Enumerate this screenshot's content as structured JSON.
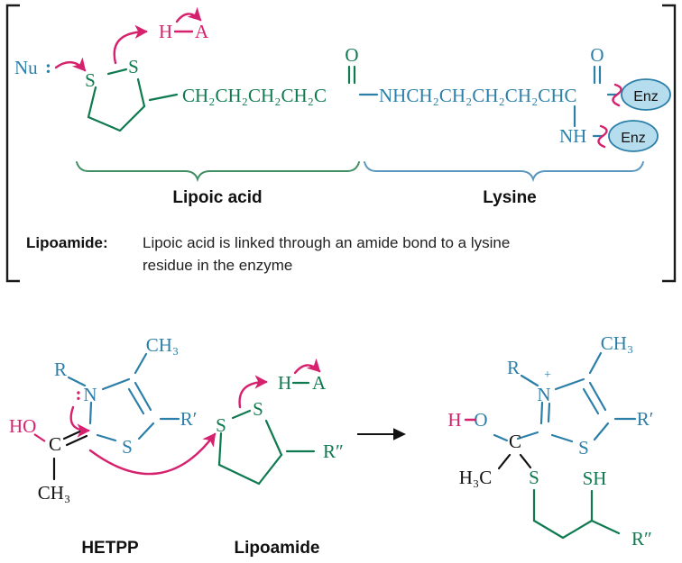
{
  "figure": {
    "title": "Lipoamide structure and HETPP reaction with lipoamide",
    "background": "#ffffff",
    "colors": {
      "green": "#0f7a4f",
      "blue": "#2b7fa8",
      "pink": "#d6216e",
      "black": "#111111",
      "enzyme_fill": "#b6ddee",
      "brace_green": "#3f8f63",
      "brace_blue": "#5b96bd"
    }
  },
  "panel_top": {
    "nucleophile_label": "Nu",
    "nucleophile_lone_pair": ":",
    "acid": {
      "h": "H",
      "dash": "—",
      "a": "A"
    },
    "dithiolane": {
      "s1": "S",
      "s2": "S"
    },
    "chain_green": "CH2CH2CH2CH2C",
    "chain_green_display": "CH₂CH₂CH₂CH₂C",
    "carbonyl_o_1": "O",
    "chain_blue_display": "NHCH₂CH₂CH₂CH₂CHC",
    "carbonyl_o_2": "O",
    "nh_label": "NH",
    "enzyme_badge_1": "Enz",
    "enzyme_badge_2": "Enz",
    "brace_left_label": "Lipoic acid",
    "brace_right_label": "Lysine",
    "caption_term": "Lipoamide:",
    "caption_line_1": "Lipoic acid is linked through an amide bond to a lysine",
    "caption_line_2": "residue in the enzyme"
  },
  "panel_bottom": {
    "reactant_1": {
      "name": "HETPP",
      "label": "HETPP",
      "atoms": {
        "r_group": "R",
        "nitrogen": "N",
        "lone_pair": ":",
        "methyl_top": "CH₃",
        "r_prime": "R′",
        "sulfur": "S",
        "hydroxyl": "HO",
        "carbon": "C",
        "methyl_bottom": "CH₃"
      }
    },
    "reactant_2": {
      "name": "Lipoamide",
      "label": "Lipoamide",
      "atoms": {
        "s1": "S",
        "s2": "S",
        "r_double_prime": "R″",
        "acid_h": "H",
        "acid_dash": "—",
        "acid_a": "A"
      }
    },
    "reaction_arrow": "⟶",
    "product": {
      "atoms": {
        "r_group": "R",
        "charge": "+",
        "nitrogen": "N",
        "methyl_top": "CH₃",
        "r_prime": "R′",
        "ring_sulfur": "S",
        "hydrogen": "H",
        "oxygen": "O",
        "carbon": "C",
        "methyl_left": "H₃C",
        "thioether_sulfur": "S",
        "thiol": "SH",
        "r_double_prime": "R″"
      }
    }
  }
}
